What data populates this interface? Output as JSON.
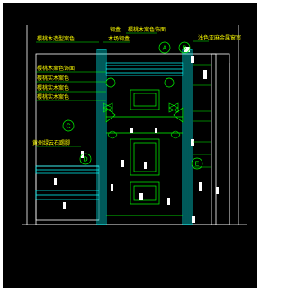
{
  "drawing": {
    "title_en": "ELEVATION",
    "title_cn": "局部立面详图 1:30",
    "labels": {
      "top_left": "樱桃木造型案色",
      "top_mid": "钢盒",
      "top_center": "樱桃木案色饰面",
      "top_right": "浅色亚麻金属窗帘",
      "wood_inlay": "木场钢盒",
      "left_1": "樱桃木案色饰面",
      "left_2": "樱桃实木案色",
      "left_3": "樱桃实木案色",
      "left_4": "樱桃实木案色",
      "left_stone": "黄州绿云石踢脚"
    },
    "bubbles": {
      "a": "A",
      "b": "B",
      "c": "C",
      "d": "D",
      "e": "E"
    }
  },
  "colors": {
    "background": "#000000",
    "line_main": "#ffffff",
    "line_cyan": "#00ffff",
    "line_green": "#00ff00",
    "text": "#ffff00"
  }
}
